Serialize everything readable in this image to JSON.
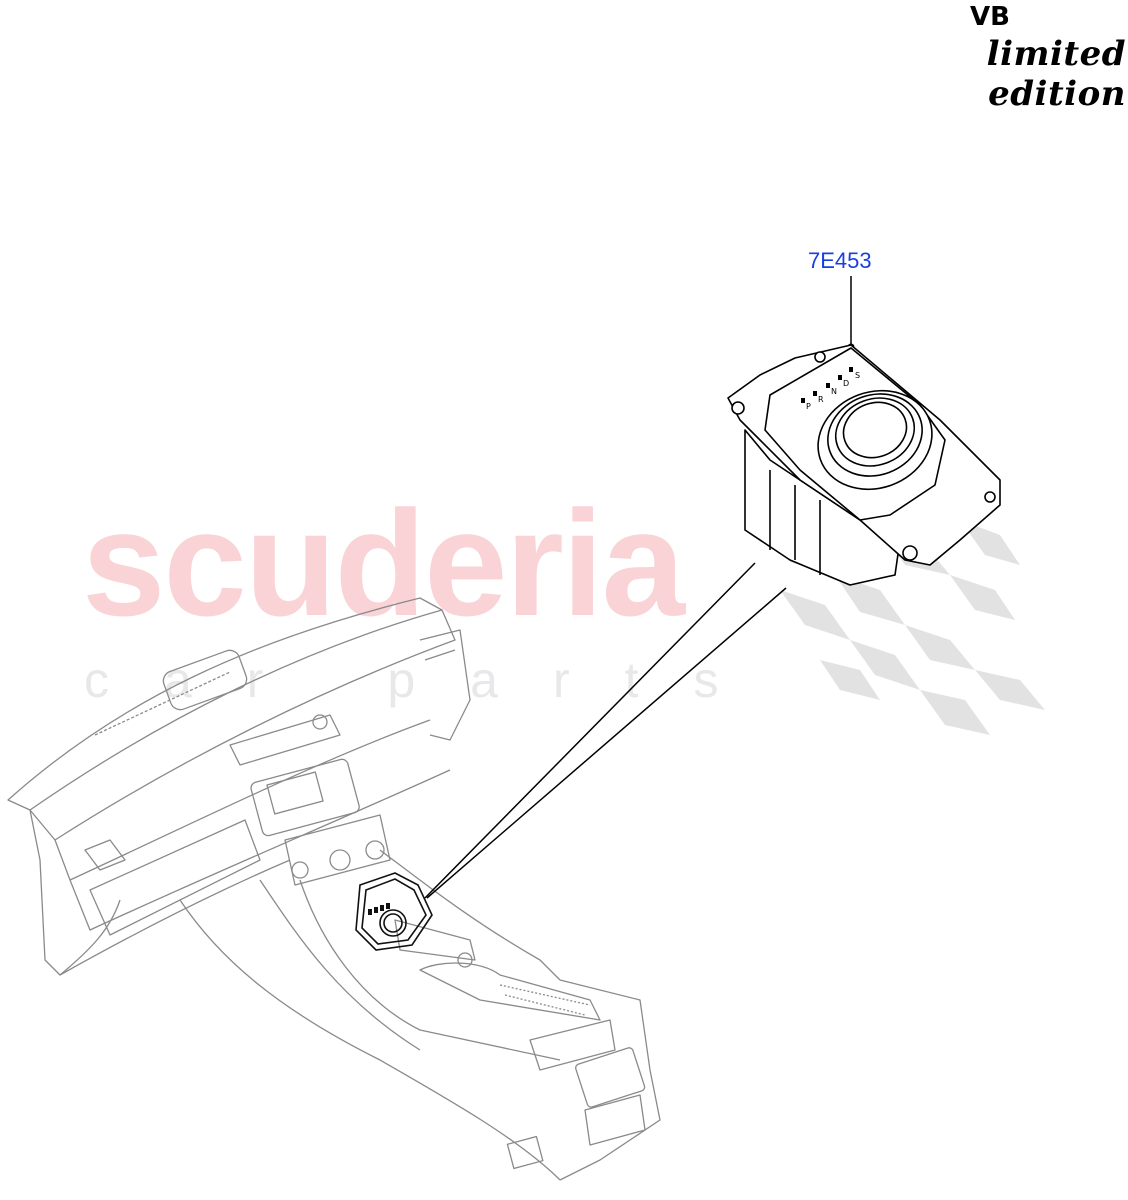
{
  "header": {
    "model_code": "VB",
    "edition": "limited edition"
  },
  "watermark": {
    "brand": "scuderia",
    "tagline": "car parts",
    "brand_color": "#f9d3d6",
    "tagline_color": "#e8e8ea",
    "flag_color": "#e0e0e0"
  },
  "diagram": {
    "callouts": [
      {
        "part_number": "7E453",
        "color": "#1a3fe0"
      }
    ],
    "components": [
      "gear-selector-module",
      "dashboard-instrument-panel",
      "center-console"
    ]
  }
}
